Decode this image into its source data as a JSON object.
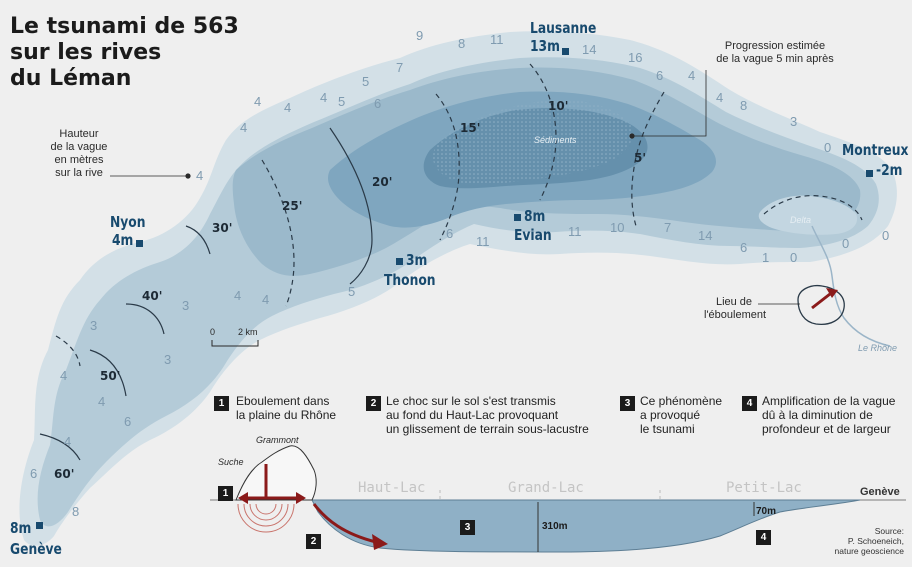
{
  "title": {
    "line1": "Le tsunami de 563",
    "line2": "sur les rives",
    "line3": "du Léman"
  },
  "legend": {
    "wave_height_line1": "Hauteur",
    "wave_height_line2": "de la vague",
    "wave_height_line3": "en mètres",
    "wave_height_line4": "sur la rive",
    "progression_line1": "Progression estimée",
    "progression_line2": "de la vague 5 min après",
    "scale_zero": "0",
    "scale_km": "2 km"
  },
  "places": {
    "lausanne_name": "Lausanne",
    "lausanne_height": "13m",
    "montreux_name": "Montreux",
    "montreux_height": "-2m",
    "nyon_name": "Nyon",
    "nyon_height": "4m",
    "thonon_height": "3m",
    "thonon_name": "Thonon",
    "evian_height": "8m",
    "evian_name": "Evian",
    "geneve_height": "8m",
    "geneve_name": "Genève"
  },
  "map_labels": {
    "sediments": "Sédiments",
    "delta": "Delta",
    "rhone": "Le Rhône",
    "collapse_line1": "Lieu de",
    "collapse_line2": "l'éboulement"
  },
  "shore_numbers": [
    {
      "id": "n9",
      "text": "9"
    },
    {
      "id": "n8a",
      "text": "8"
    },
    {
      "id": "n11a",
      "text": "11"
    },
    {
      "id": "n14a",
      "text": "14"
    },
    {
      "id": "n16",
      "text": "16"
    },
    {
      "id": "n7a",
      "text": "7"
    },
    {
      "id": "n6a",
      "text": "6"
    },
    {
      "id": "n5a",
      "text": "5"
    },
    {
      "id": "n4a",
      "text": "4"
    },
    {
      "id": "n4b",
      "text": "4"
    },
    {
      "id": "n6b",
      "text": "6"
    },
    {
      "id": "n4c",
      "text": "4"
    },
    {
      "id": "n8b",
      "text": "8"
    },
    {
      "id": "n5b",
      "text": "5"
    },
    {
      "id": "n3a",
      "text": "3"
    },
    {
      "id": "n0a",
      "text": "0"
    },
    {
      "id": "n4d",
      "text": "4"
    },
    {
      "id": "n4e",
      "text": "4"
    },
    {
      "id": "n4f",
      "text": "4"
    },
    {
      "id": "n4g",
      "text": "4"
    },
    {
      "id": "n4h",
      "text": "4"
    },
    {
      "id": "n3b",
      "text": "3"
    },
    {
      "id": "n3c",
      "text": "3"
    },
    {
      "id": "n3d",
      "text": "3"
    },
    {
      "id": "n4i",
      "text": "4"
    },
    {
      "id": "n4j",
      "text": "4"
    },
    {
      "id": "n6c",
      "text": "6"
    },
    {
      "id": "n4k",
      "text": "4"
    },
    {
      "id": "n6d",
      "text": "6"
    },
    {
      "id": "n8c",
      "text": "8"
    },
    {
      "id": "n4l",
      "text": "4"
    },
    {
      "id": "n5c",
      "text": "5"
    },
    {
      "id": "n6e",
      "text": "6"
    },
    {
      "id": "n11b",
      "text": "11"
    },
    {
      "id": "n11c",
      "text": "11"
    },
    {
      "id": "n10",
      "text": "10"
    },
    {
      "id": "n7b",
      "text": "7"
    },
    {
      "id": "n14b",
      "text": "14"
    },
    {
      "id": "n6f",
      "text": "6"
    },
    {
      "id": "n1",
      "text": "1"
    },
    {
      "id": "n0b",
      "text": "0"
    },
    {
      "id": "n0c",
      "text": "0"
    },
    {
      "id": "n0d",
      "text": "0"
    }
  ],
  "wave_fronts": [
    {
      "id": "w10",
      "text": "10'"
    },
    {
      "id": "w15",
      "text": "15'"
    },
    {
      "id": "w5",
      "text": "5'"
    },
    {
      "id": "w20",
      "text": "20'"
    },
    {
      "id": "w25",
      "text": "25'"
    },
    {
      "id": "w30",
      "text": "30'"
    },
    {
      "id": "w40",
      "text": "40'"
    },
    {
      "id": "w50",
      "text": "50'"
    },
    {
      "id": "w60",
      "text": "60'"
    }
  ],
  "steps": [
    {
      "num": "1",
      "line1": "Eboulement dans",
      "line2": "la plaine du Rhône",
      "line3": ""
    },
    {
      "num": "2",
      "line1": "Le choc sur le sol s'est transmis",
      "line2": "au fond du Haut-Lac provoquant",
      "line3": "un glissement de terrain sous-lacustre"
    },
    {
      "num": "3",
      "line1": "Ce phénomène",
      "line2": "a provoqué",
      "line3": "le tsunami"
    },
    {
      "num": "4",
      "line1": "Amplification de la vague",
      "line2": "dû à la diminution de",
      "line3": "profondeur et de largeur"
    }
  ],
  "profile": {
    "grammont": "Grammont",
    "suche": "Suche",
    "haut_lac": "Haut-Lac",
    "grand_lac": "Grand-Lac",
    "petit_lac": "Petit-Lac",
    "geneve": "Genève",
    "depth_grand": "310m",
    "depth_petit": "70m",
    "badge1": "1",
    "badge2": "2",
    "badge3": "3",
    "badge4": "4"
  },
  "source": {
    "line1": "Source:",
    "line2": "P. Schoeneich,",
    "line3": "nature geoscience"
  },
  "colors": {
    "background": "#efefef",
    "lake_outer": "#c9d9e2",
    "lake_mid": "#a9c3d2",
    "lake_deep": "#7ea5bd",
    "lake_deepest": "#5d8aa6",
    "city_blue": "#184a6e",
    "shore_number": "#7f9bb0",
    "red_arrow": "#8b1a1a"
  }
}
